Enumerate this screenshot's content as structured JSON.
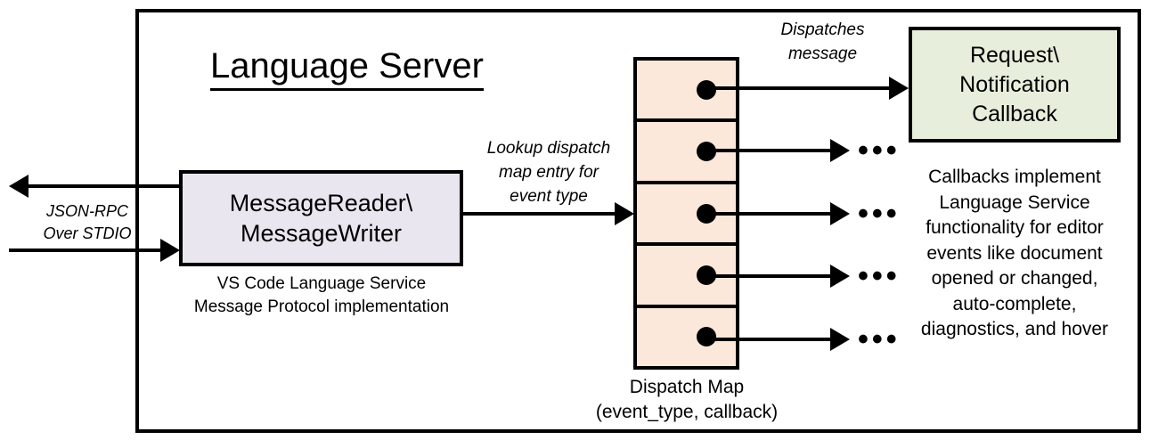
{
  "diagram": {
    "title": "Language Server",
    "container_border_color": "#000000"
  },
  "external_io": {
    "label_line1": "JSON-RPC",
    "label_line2": "Over STDIO",
    "outgoing_arrow": "arrow-left",
    "incoming_arrow": "arrow-right"
  },
  "reader_writer": {
    "line1": "MessageReader\\",
    "line2": "MessageWriter",
    "fill_color": "#E9E6F0",
    "caption_line1": "VS Code Language Service",
    "caption_line2": "Message Protocol implementation"
  },
  "lookup_edge": {
    "line1": "Lookup dispatch",
    "line2": "map entry for",
    "line3": "event type"
  },
  "dispatch_edge": {
    "line1": "Dispatches",
    "line2": "message"
  },
  "dispatch_map": {
    "fill_color": "#FCE8DA",
    "caption_line1": "Dispatch Map",
    "caption_line2": "(event_type, callback)",
    "rows": [
      {
        "dot": "callback-dot",
        "target": "callback-box"
      },
      {
        "dot": "callback-dot",
        "target": "ellipsis"
      },
      {
        "dot": "callback-dot",
        "target": "ellipsis"
      },
      {
        "dot": "callback-dot",
        "target": "ellipsis"
      },
      {
        "dot": "callback-dot",
        "target": "ellipsis"
      }
    ],
    "ellipsis_glyph": "•••"
  },
  "callback": {
    "line1": "Request\\",
    "line2": "Notification",
    "line3": "Callback",
    "fill_color": "#E8EEDC",
    "caption_line1": "Callbacks implement",
    "caption_line2": "Language Service",
    "caption_line3": "functionality for editor",
    "caption_line4": "events like document",
    "caption_line5": "opened or changed,",
    "caption_line6": "auto-complete,",
    "caption_line7": "diagnostics, and hover"
  }
}
